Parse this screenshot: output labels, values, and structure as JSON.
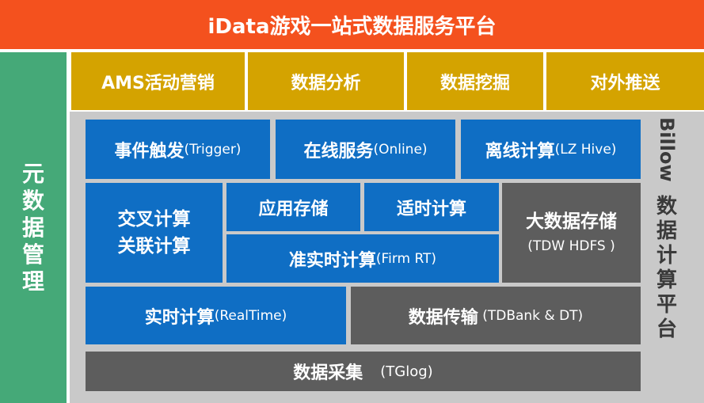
{
  "banner": {
    "title": "iData游戏一站式数据服务平台"
  },
  "meta": {
    "label": "元数据管理",
    "chars": [
      "元",
      "数",
      "据",
      "管",
      "理"
    ]
  },
  "apps": [
    {
      "label": "AMS活动营销"
    },
    {
      "label": "数据分析"
    },
    {
      "label": "数据挖掘"
    },
    {
      "label": "对外推送"
    }
  ],
  "platform": {
    "latin": "Billow",
    "chars": [
      "数",
      "据",
      "计",
      "算",
      "平",
      "台"
    ]
  },
  "blocks": {
    "trigger": {
      "cn": "事件触发",
      "en": "(Trigger)"
    },
    "online": {
      "cn": "在线服务",
      "en": "(Online)"
    },
    "offline": {
      "cn": "离线计算",
      "en": "(LZ Hive)"
    },
    "cross": {
      "line1": "交叉计算",
      "line2": "关联计算"
    },
    "app_storage": {
      "cn": "应用存储"
    },
    "timely": {
      "cn": "适时计算"
    },
    "bigdata_storage": {
      "cn": "大数据存储",
      "en": "(TDW HDFS )"
    },
    "firm_rt": {
      "cn": "准实时计算",
      "en": "(Firm RT)"
    },
    "realtime": {
      "cn": "实时计算",
      "en": "(RealTime)"
    },
    "transfer": {
      "cn": "数据传输",
      "en": " (TDBank & DT)"
    },
    "collect": {
      "cn": "数据采集",
      "en": "(TGlog)"
    }
  },
  "colors": {
    "banner": "#F4511E",
    "meta": "#45A978",
    "apps": "#D4A300",
    "blue": "#0F6EC4",
    "dark_gray": "#5D5D5D",
    "light_gray": "#C9C9C9"
  }
}
